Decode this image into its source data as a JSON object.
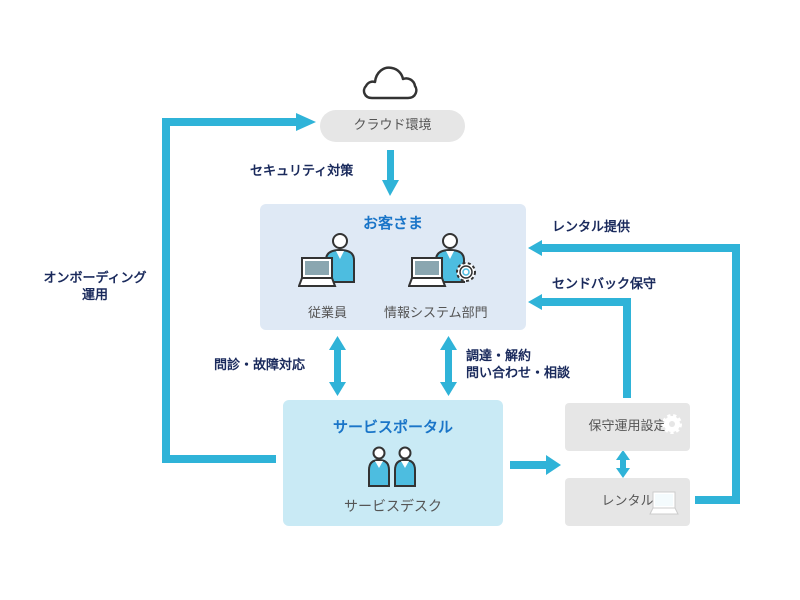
{
  "cloud": {
    "label": "クラウド環境",
    "icon": "cloud-icon"
  },
  "arrows": {
    "security": "セキュリティ対策",
    "onboarding_line1": "オンボーディング",
    "onboarding_line2": "運用",
    "rental_provide": "レンタル提供",
    "sendback": "センドバック保守",
    "inquiry_fault": "問診・故障対応",
    "procure_line1": "調達・解約",
    "procure_line2": "問い合わせ・相談"
  },
  "customer": {
    "title": "お客さま",
    "employee": "従業員",
    "it_dept": "情報システム部門"
  },
  "portal": {
    "title": "サービスポータル",
    "desk": "サービスデスク"
  },
  "maintenance": {
    "label": "保守運用設定"
  },
  "rental": {
    "label": "レンタル"
  },
  "colors": {
    "arrow": "#2fb3d8",
    "label": "#1a2a5c",
    "title": "#1a75c8"
  }
}
